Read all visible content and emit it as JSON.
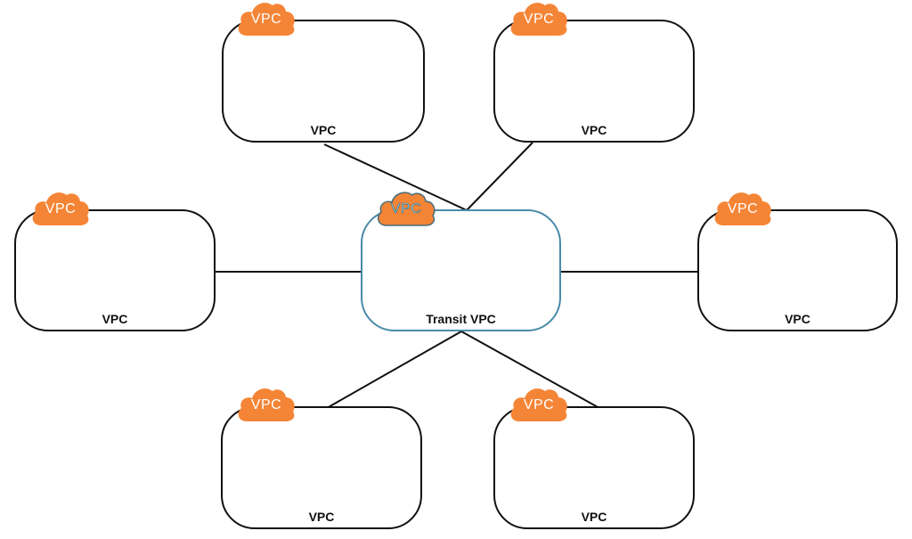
{
  "colors": {
    "cloud": "#f58536",
    "transit_cloud": "#f58536",
    "transit_border": "#4a8aa8",
    "box_border": "#111111",
    "connector": "#111111"
  },
  "nodes": {
    "top_left": {
      "label": "VPC",
      "icon_text": "VPC",
      "icon": "vpc-cloud-icon"
    },
    "top_right": {
      "label": "VPC",
      "icon_text": "VPC",
      "icon": "vpc-cloud-icon"
    },
    "mid_left": {
      "label": "VPC",
      "icon_text": "VPC",
      "icon": "vpc-cloud-icon"
    },
    "transit": {
      "label": "Transit VPC",
      "icon_text": "VPC",
      "icon": "vpc-cloud-icon"
    },
    "mid_right": {
      "label": "VPC",
      "icon_text": "VPC",
      "icon": "vpc-cloud-icon"
    },
    "bottom_left": {
      "label": "VPC",
      "icon_text": "VPC",
      "icon": "vpc-cloud-icon"
    },
    "bottom_right": {
      "label": "VPC",
      "icon_text": "VPC",
      "icon": "vpc-cloud-icon"
    }
  },
  "edges": [
    {
      "from": "top_left",
      "to": "transit"
    },
    {
      "from": "top_right",
      "to": "transit"
    },
    {
      "from": "mid_left",
      "to": "transit"
    },
    {
      "from": "mid_right",
      "to": "transit"
    },
    {
      "from": "bottom_left",
      "to": "transit"
    },
    {
      "from": "bottom_right",
      "to": "transit"
    }
  ]
}
